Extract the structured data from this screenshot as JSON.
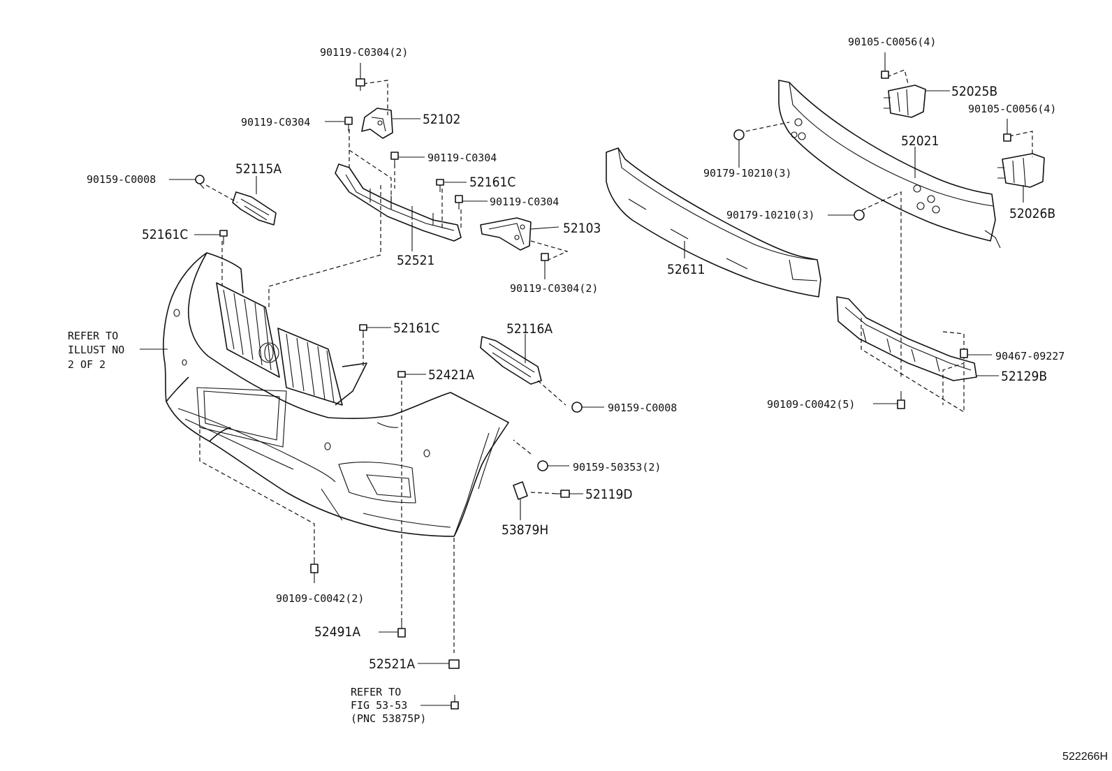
{
  "diagram_id": "522266H",
  "labels": {
    "l_90119_c0304_2_top": "90119-C0304(2)",
    "l_52102": "52102",
    "l_90119_c0304_a": "90119-C0304",
    "l_90119_c0304_b": "90119-C0304",
    "l_52161c_a": "52161C",
    "l_90119_c0304_c": "90119-C0304",
    "l_52103": "52103",
    "l_52521": "52521",
    "l_90119_c0304_2_b": "90119-C0304(2)",
    "l_90159_c0008_a": "90159-C0008",
    "l_52115a": "52115A",
    "l_52161c_b": "52161C",
    "l_refer_illust": [
      "REFER TO",
      "ILLUST NO",
      "2 OF 2"
    ],
    "l_52161c_c": "52161C",
    "l_52116a": "52116A",
    "l_52421a": "52421A",
    "l_90159_c0008_b": "90159-C0008",
    "l_90159_50353_2": "90159-50353(2)",
    "l_52119d": "52119D",
    "l_53879h": "53879H",
    "l_90109_c0042_2": "90109-C0042(2)",
    "l_52491a": "52491A",
    "l_52521a": "52521A",
    "l_refer_fig": [
      "REFER TO",
      "FIG 53-53",
      "(PNC 53875P)"
    ],
    "l_90105_c0056_4_a": "90105-C0056(4)",
    "l_52025b": "52025B",
    "l_90105_c0056_4_b": "90105-C0056(4)",
    "l_52021": "52021",
    "l_90179_10210_3_a": "90179-10210(3)",
    "l_90179_10210_3_b": "90179-10210(3)",
    "l_52026b": "52026B",
    "l_52611": "52611",
    "l_90467_09227": "90467-09227",
    "l_52129b": "52129B",
    "l_90109_c0042_5": "90109-C0042(5)"
  }
}
